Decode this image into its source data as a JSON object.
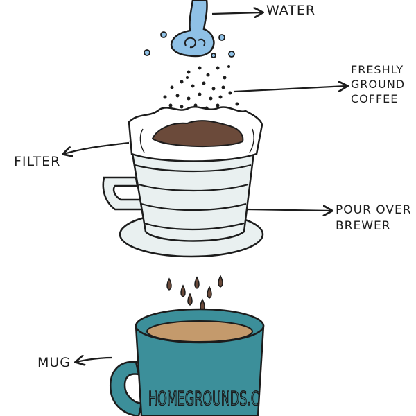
{
  "labels": {
    "water": "WATER",
    "coffee": [
      "FRESHLY",
      "GROUND",
      "COFFEE"
    ],
    "filter": "FILTER",
    "brewer": [
      "POUR OVER",
      "BREWER"
    ],
    "mug": "MUG"
  },
  "mug_print": "HOMEGROUNDS.C",
  "colors": {
    "water": "#8fc1e6",
    "coffee": "#6b4a3a",
    "brewer": "#e9f0f0",
    "filter": "#ffffff",
    "mug": "#3c8f9a",
    "coffee_in_mug": "#c49a6c",
    "outline": "#1c1c1c"
  }
}
